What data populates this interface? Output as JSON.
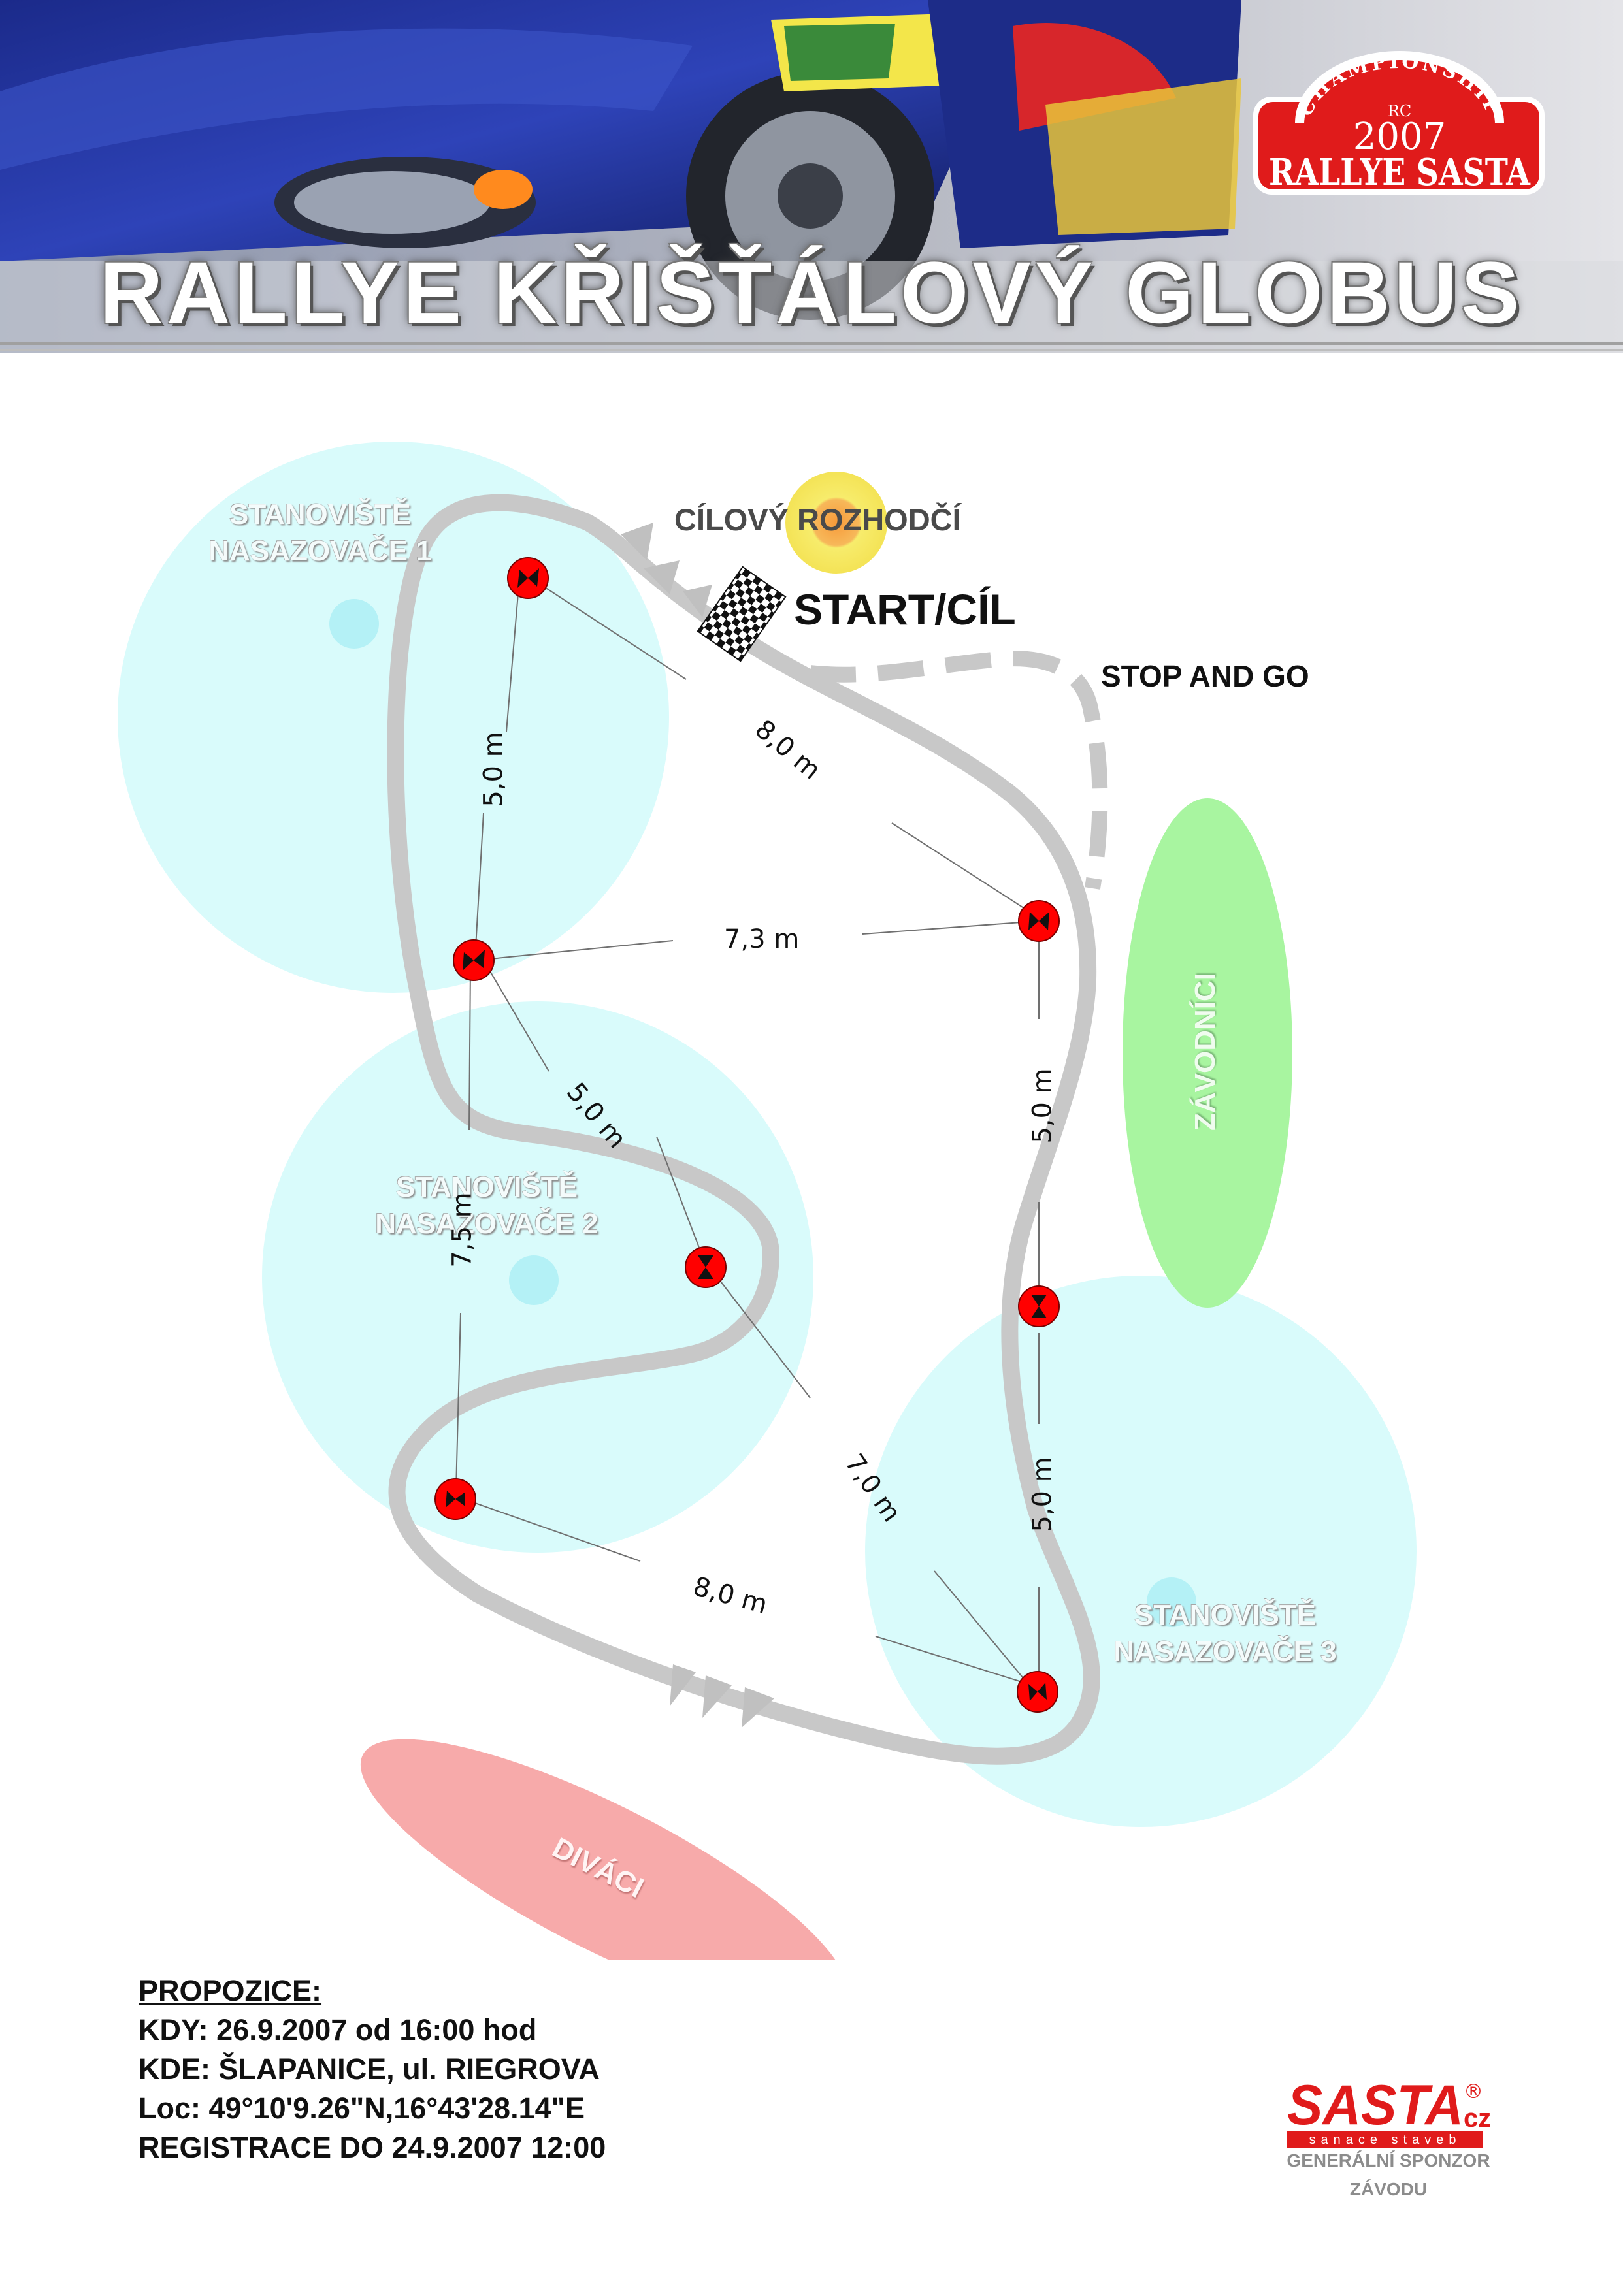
{
  "header": {
    "title": "RALLYE KŘIŠŤÁLOVÝ GLOBUS",
    "badge": {
      "arc_text": "CHAMPIONSHIP",
      "sub": "RC",
      "year": "2007",
      "name": "RALLYE SASTA"
    }
  },
  "map": {
    "zones": [
      {
        "id": "nasazovace-1",
        "label": "STANOVIŠTĚ\nNASAZOVAČE 1"
      },
      {
        "id": "nasazovace-2",
        "label": "STANOVIŠTĚ\nNASAZOVAČE 2"
      },
      {
        "id": "nasazovace-3",
        "label": "STANOVIŠTĚ\nNASAZOVAČE 3"
      }
    ],
    "referee": "CÍLOVÝ ROZHODČÍ",
    "start_finish": "START/CÍL",
    "stop_and_go": "STOP AND GO",
    "drivers": "ZÁVODNÍCI",
    "spectators": "DIVÁCI",
    "distances": [
      "5,0 m",
      "8,0 m",
      "7,3 m",
      "5,0 m",
      "5,0 m",
      "7,5 m",
      "7,0 m",
      "5,0 m",
      "8,0 m"
    ],
    "colors": {
      "track": "#c8c8c8",
      "zone": "#d9fbfb",
      "drivers_area": "#a8f5a0",
      "spectators_area": "#f7aaaa",
      "gate": "#ff0000",
      "referee": "#f7e96a"
    }
  },
  "info": {
    "heading": "PROPOZICE:",
    "lines": [
      "KDY: 26.9.2007 od 16:00 hod",
      "KDE: ŠLAPANICE, ul. RIEGROVA",
      "Loc: 49°10'9.26\"N,16°43'28.14\"E",
      "REGISTRACE DO 24.9.2007 12:00"
    ]
  },
  "sponsor": {
    "logo": "SASTA",
    "registered": "®",
    "suffix": "cz",
    "tagline": "sanace staveb",
    "caption": "GENERÁLNÍ SPONZOR\nZÁVODU"
  }
}
